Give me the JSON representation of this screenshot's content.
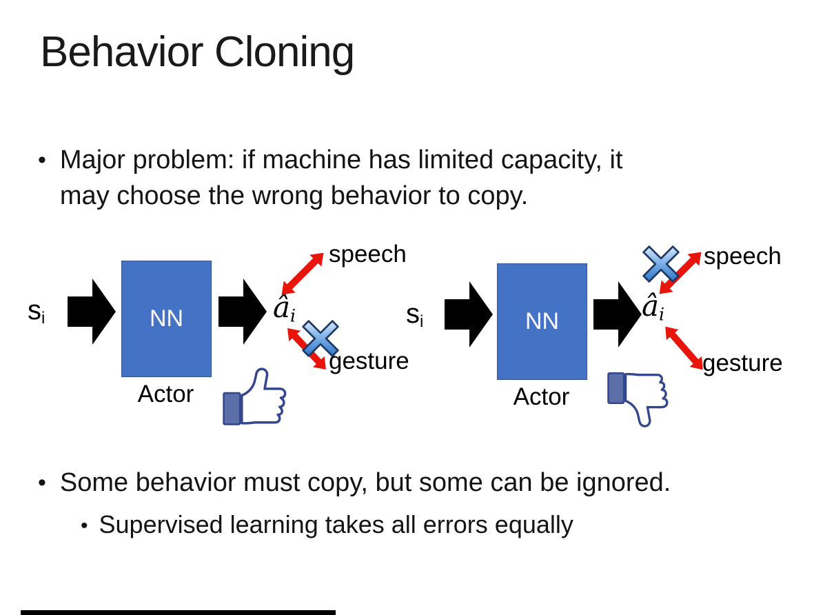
{
  "slide": {
    "title": "Behavior Cloning",
    "bullets": {
      "glyph": "•",
      "bullet1_line1": "Major problem: if machine has limited capacity, it",
      "bullet1_line2": "may choose the wrong behavior to copy.",
      "bullet2": "Some behavior must copy, but some can be ignored.",
      "sub_bullet": "Supervised learning takes all errors equally"
    }
  },
  "diagrams": [
    {
      "input": "s",
      "input_sub": "i",
      "box": "NN",
      "output": "â",
      "output_sub": "i",
      "actor": "Actor",
      "speech": "speech",
      "gesture": "gesture",
      "crossed_out": "gesture",
      "feedback": "thumbs-up"
    },
    {
      "input": "s",
      "input_sub": "i",
      "box": "NN",
      "output": "â",
      "output_sub": "i",
      "actor": "Actor",
      "speech": "speech",
      "gesture": "gesture",
      "crossed_out": "speech",
      "feedback": "thumbs-down"
    }
  ],
  "icons": {
    "flow_arrow": "black-block-arrow-icon",
    "relation_arrow": "red-double-arrow-icon",
    "ignore_mark": "blue-cross-icon",
    "good_feedback": "thumbs-up-icon",
    "bad_feedback": "thumbs-down-icon"
  },
  "colors": {
    "background": "#FFFFFF",
    "text": "#141414",
    "nn_box": "#4472C4",
    "nn_box_border": "#2F528F",
    "nn_text": "#FFFFFF",
    "arrow_black": "#000000",
    "arrow_red": "#E8150D",
    "cross_gradient_top": "#CFE2F7",
    "cross_gradient_bottom": "#2E75C8",
    "cross_outline": "#1F3864",
    "thumb_outline": "#35478C",
    "thumb_cuff": "#5C6FA8",
    "thumb_hand": "#FFFFFF"
  }
}
